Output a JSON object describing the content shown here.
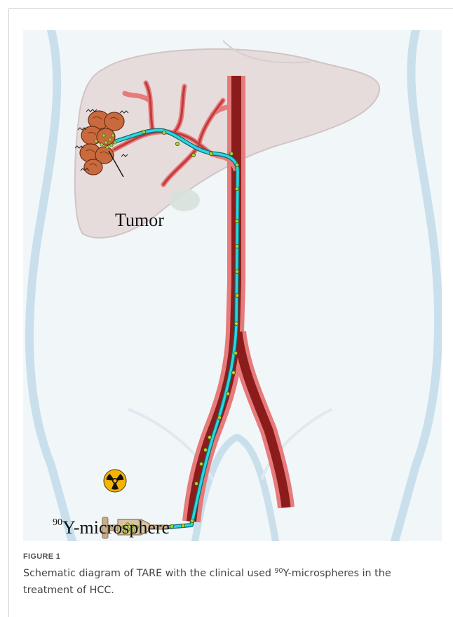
{
  "figure": {
    "labels": {
      "tumor": "Tumor",
      "isotope_superscript": "90",
      "microsphere_text": "Y-microsphere"
    },
    "icons": [
      "radiation-icon",
      "syringe-icon",
      "tumor-cluster",
      "microsphere-bead"
    ],
    "colors": {
      "background_panel": "#f1f6f9",
      "body_outline": "#c9dfec",
      "liver": "#e6dcdc",
      "artery_outer": "#e77a7a",
      "artery_core": "#8a1c1c",
      "catheter": "#2dd6dc",
      "microsphere": "#b2cf35",
      "tumor": "#c96a3e",
      "radiation_symbol": "#f4b400"
    }
  },
  "caption": {
    "label": "FIGURE 1",
    "text_before": "Schematic diagram of TARE with the clinical used ",
    "superscript": "90",
    "text_after": "Y-microspheres in the treatment of HCC."
  }
}
